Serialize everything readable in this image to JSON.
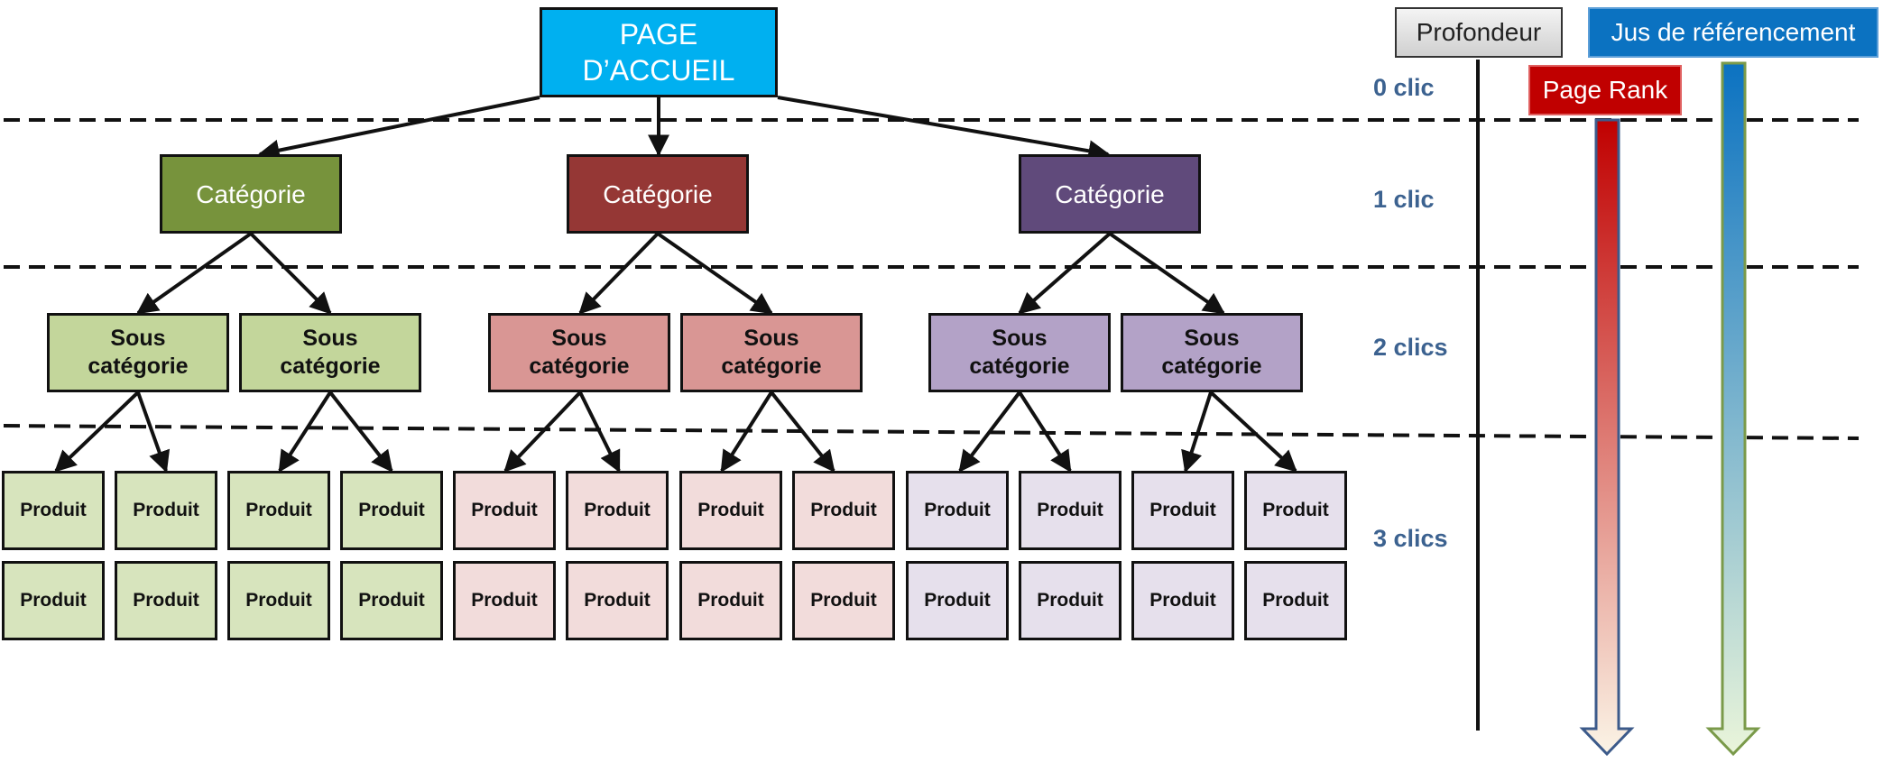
{
  "diagram": {
    "home": "PAGE\nD’ACCUEIL",
    "categories": [
      {
        "label": "Catégorie",
        "color": "#77933c"
      },
      {
        "label": "Catégorie",
        "color": "#953735"
      },
      {
        "label": "Catégorie",
        "color": "#604a7b"
      }
    ],
    "subcategory_label": "Sous\ncatégorie",
    "subcategory_colors": [
      "#c3d69b",
      "#d99694",
      "#b3a2c7"
    ],
    "product_label": "Produit",
    "product_colors": [
      "#d7e4bd",
      "#f2dcdb",
      "#e6e0ec"
    ],
    "depth_levels": [
      "0 clic",
      "1 clic",
      "2 clics",
      "3 clics"
    ],
    "legend": {
      "depth": "Profondeur",
      "seo_juice": "Jus de référencement",
      "page_rank": "Page Rank"
    },
    "colors": {
      "page_rank_top": "#c00000",
      "page_rank_bottom": "#fbf4e6",
      "seo_top": "#0b72c1",
      "seo_bottom": "#eaf5da",
      "depth_label": "#3c6290"
    }
  }
}
